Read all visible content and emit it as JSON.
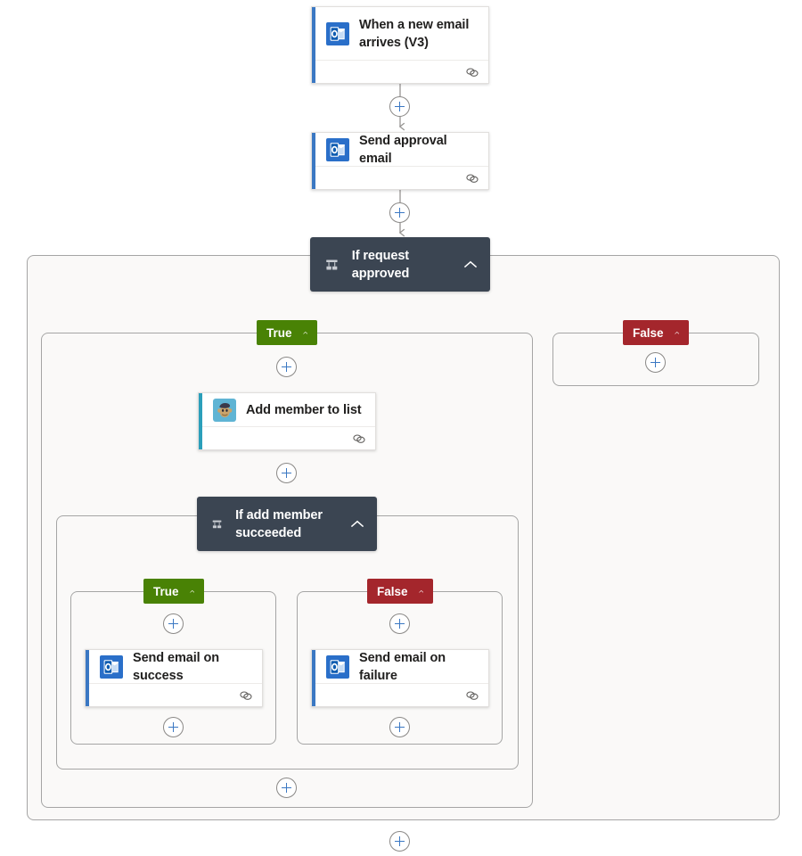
{
  "flow": {
    "title": "Power Automate flow designer canvas",
    "colors": {
      "true_badge": "#498205",
      "false_badge": "#a4262c",
      "condition_card": "#3b4552",
      "outlook_accent": "#3b78c3",
      "mailchimp_accent": "#2b9fba",
      "plus_glyph": "#3b78c3",
      "connector_line": "#979593",
      "scope_background": "#faf9f8"
    },
    "nodes": [
      {
        "id": "trigger",
        "kind": "action-card",
        "title": "When a new email arrives (V3)",
        "icon": "outlook-icon",
        "connector_icon": "connection-link-icon"
      },
      {
        "id": "send-approval",
        "kind": "action-card",
        "title": "Send approval email",
        "icon": "outlook-icon",
        "connector_icon": "connection-link-icon"
      },
      {
        "id": "if-request-approved",
        "kind": "condition-card",
        "title": "If request approved",
        "icon": "condition-branch-icon",
        "collapse_icon": "chevron-up-icon"
      },
      {
        "id": "add-member",
        "kind": "action-card",
        "title": "Add member to list",
        "icon": "mailchimp-icon",
        "connector_icon": "connection-link-icon"
      },
      {
        "id": "if-add-member-succeeded",
        "kind": "condition-card",
        "title": "If add member succeeded",
        "icon": "condition-branch-icon",
        "collapse_icon": "chevron-up-icon"
      },
      {
        "id": "send-success",
        "kind": "action-card",
        "title": "Send email on success",
        "icon": "outlook-icon",
        "connector_icon": "connection-link-icon"
      },
      {
        "id": "send-failure",
        "kind": "action-card",
        "title": "Send email on failure",
        "icon": "outlook-icon",
        "connector_icon": "connection-link-icon"
      }
    ],
    "badges": {
      "outer_true": {
        "label": "True",
        "collapse_icon": "chevron-up-icon"
      },
      "outer_false": {
        "label": "False",
        "collapse_icon": "chevron-up-icon"
      },
      "inner_true": {
        "label": "True",
        "collapse_icon": "chevron-up-icon"
      },
      "inner_false": {
        "label": "False",
        "collapse_icon": "chevron-up-icon"
      }
    },
    "add_buttons": [
      {
        "id": "add-after-trigger",
        "label": "+"
      },
      {
        "id": "add-after-send-approval",
        "label": "+"
      },
      {
        "id": "add-in-outer-false",
        "label": "+"
      },
      {
        "id": "add-before-add-member",
        "label": "+"
      },
      {
        "id": "add-after-add-member",
        "label": "+"
      },
      {
        "id": "add-before-send-success",
        "label": "+"
      },
      {
        "id": "add-before-send-failure",
        "label": "+"
      },
      {
        "id": "add-after-send-success",
        "label": "+"
      },
      {
        "id": "add-after-send-failure",
        "label": "+"
      },
      {
        "id": "add-after-inner-condition",
        "label": "+"
      },
      {
        "id": "add-after-outer-condition",
        "label": "+"
      }
    ]
  }
}
